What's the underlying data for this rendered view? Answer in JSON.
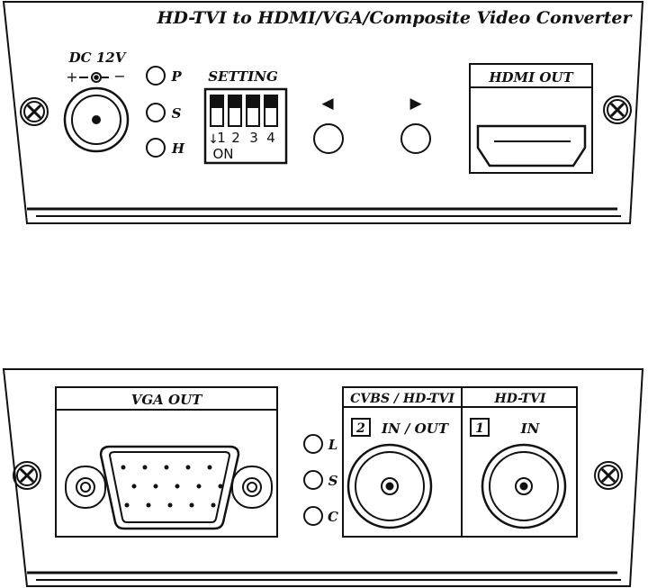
{
  "front_panel": {
    "title": "HD-TVI to HDMI/VGA/Composite Video Converter",
    "power": {
      "label": "DC 12V",
      "plus": "+",
      "minus": "−"
    },
    "leds": [
      "P",
      "S",
      "H"
    ],
    "setting": {
      "label": "SETTING",
      "switch_numbers": [
        "1",
        "2",
        "3",
        "4"
      ],
      "on_label": "ON",
      "arrow": "↓"
    },
    "buttons": {
      "left_arrow": "◀",
      "right_arrow": "▶"
    },
    "hdmi_out": "HDMI OUT"
  },
  "rear_panel": {
    "vga_out": "VGA OUT",
    "leds": [
      "L",
      "S",
      "C"
    ],
    "cvbs": {
      "header": "CVBS / HD-TVI",
      "number": "2",
      "label": "IN / OUT"
    },
    "hdtvi": {
      "header": "HD-TVI",
      "number": "1",
      "label": "IN"
    }
  },
  "colors": {
    "stroke": "#111111",
    "background": "#ffffff",
    "switch_fill": "#111111"
  }
}
